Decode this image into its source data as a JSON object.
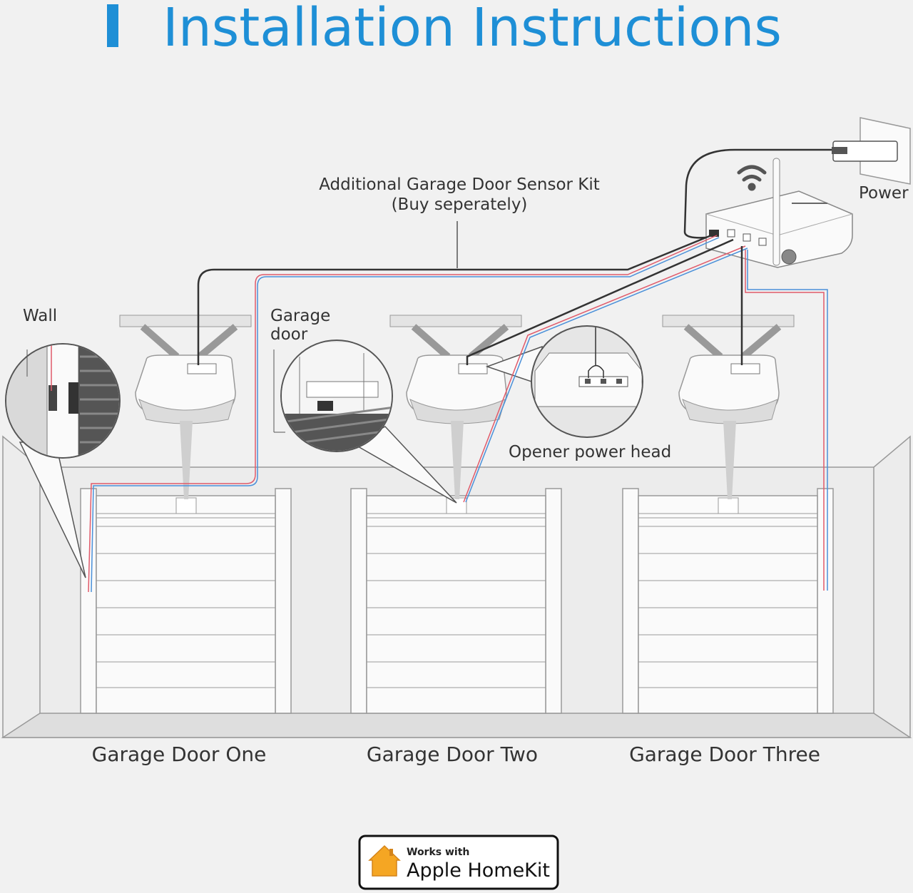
{
  "title": "Installation Instructions",
  "labels": {
    "kit_line1": "Additional Garage Door Sensor Kit",
    "kit_line2": "(Buy seperately)",
    "power": "Power",
    "wall": "Wall",
    "garage_door_line1": "Garage",
    "garage_door_line2": "door",
    "opener": "Opener power head"
  },
  "doors": [
    "Garage Door One",
    "Garage Door Two",
    "Garage Door Three"
  ],
  "badge": {
    "small": "Works with",
    "big": "Apple HomeKit"
  },
  "colors": {
    "accent": "#1e8fd6",
    "wire_red": "#e05a6a",
    "wire_blue": "#4a90d9",
    "homekit_orange": "#f5a623"
  }
}
